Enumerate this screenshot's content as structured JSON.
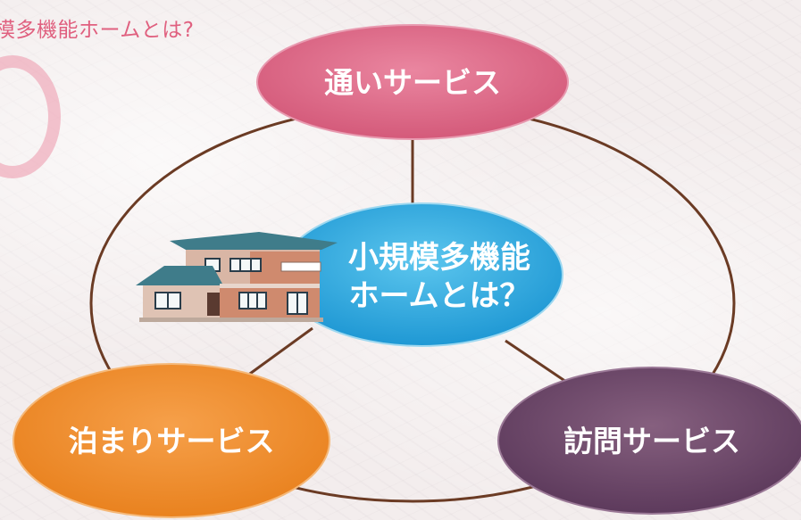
{
  "page_title": "模多機能ホームとは?",
  "center": {
    "line1": "小規模多機能",
    "line2": "ホームとは？",
    "color": "#2aa6de"
  },
  "nodes": {
    "top": {
      "label": "通いサービス",
      "color": "#dc6080"
    },
    "left": {
      "label": "泊まりサービス",
      "color": "#ee8a2a"
    },
    "right": {
      "label": "訪問サービス",
      "color": "#6b466a"
    }
  },
  "ring_color": "#6b3b24",
  "house_icon": "house-icon"
}
